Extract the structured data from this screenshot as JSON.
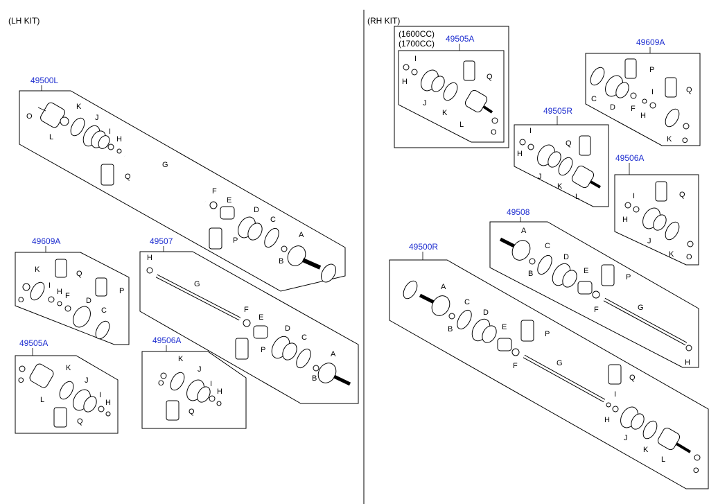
{
  "sections": {
    "lh_kit": "(LH KIT)",
    "rh_kit": "(RH KIT)"
  },
  "groups": [
    {
      "id": "49500L",
      "number": "49500L",
      "letters": [
        "O",
        "K",
        "L",
        "J",
        "I",
        "H",
        "G",
        "Q",
        "F",
        "E",
        "D",
        "C",
        "P",
        "B",
        "A"
      ]
    },
    {
      "id": "49609A-lh",
      "number": "49609A",
      "letters": [
        "K",
        "O",
        "Q",
        "I",
        "H",
        "F",
        "D",
        "P",
        "C"
      ]
    },
    {
      "id": "49507",
      "number": "49507",
      "letters": [
        "H",
        "G",
        "F",
        "E",
        "D",
        "C",
        "P",
        "B",
        "A"
      ]
    },
    {
      "id": "49505A-lh",
      "number": "49505A",
      "letters": [
        "O",
        "K",
        "J",
        "L",
        "I",
        "H",
        "Q"
      ]
    },
    {
      "id": "49506A-lh",
      "number": "49506A",
      "letters": [
        "O",
        "K",
        "J",
        "I",
        "H",
        "Q"
      ]
    },
    {
      "id": "49505A-rh",
      "number": "49505A",
      "notes": [
        "(1600CC)",
        "(1700CC)"
      ],
      "letters": [
        "I",
        "H",
        "Q",
        "J",
        "K",
        "L",
        "O"
      ]
    },
    {
      "id": "49609A-rh",
      "number": "49609A",
      "letters": [
        "P",
        "C",
        "D",
        "I",
        "F",
        "H",
        "Q",
        "K",
        "O"
      ]
    },
    {
      "id": "49505R",
      "number": "49505R",
      "letters": [
        "I",
        "Q",
        "H",
        "J",
        "K",
        "L"
      ]
    },
    {
      "id": "49506A-rh",
      "number": "49506A",
      "letters": [
        "I",
        "Q",
        "H",
        "J",
        "K",
        "O"
      ]
    },
    {
      "id": "49508",
      "number": "49508",
      "letters": [
        "A",
        "C",
        "D",
        "E",
        "B",
        "P",
        "F",
        "G",
        "H"
      ]
    },
    {
      "id": "49500R",
      "number": "49500R",
      "letters": [
        "A",
        "C",
        "D",
        "E",
        "B",
        "P",
        "F",
        "G",
        "Q",
        "I",
        "H",
        "J",
        "K",
        "L",
        "O"
      ]
    }
  ]
}
